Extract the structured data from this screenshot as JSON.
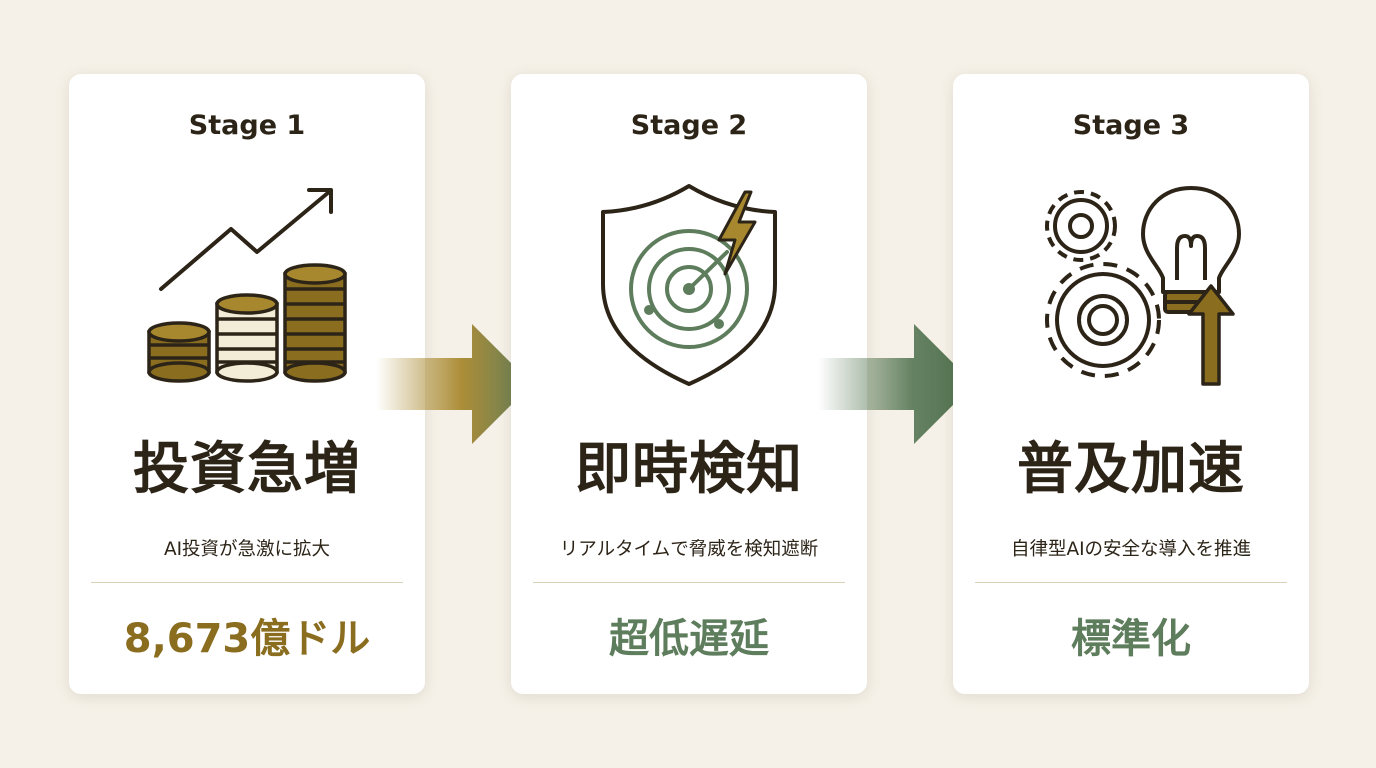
{
  "stages": [
    {
      "label": "Stage 1",
      "title": "投資急増",
      "description": "AI投資が急激に拡大",
      "highlight": "8,673億ドル",
      "highlight_color": "#8a6d1e",
      "icon": "growth-coins-icon"
    },
    {
      "label": "Stage 2",
      "title": "即時検知",
      "description": "リアルタイムで脅威を検知遮断",
      "highlight": "超低遅延",
      "highlight_color": "#5e7d5c",
      "icon": "shield-radar-icon"
    },
    {
      "label": "Stage 3",
      "title": "普及加速",
      "description": "自律型AIの安全な導入を推進",
      "highlight": "標準化",
      "highlight_color": "#5e7d5c",
      "icon": "gears-lightbulb-icon"
    }
  ],
  "colors": {
    "ink": "#2d2418",
    "gold": "#8a6d1e",
    "green": "#5e7d5c",
    "background": "#f5f1e8"
  }
}
